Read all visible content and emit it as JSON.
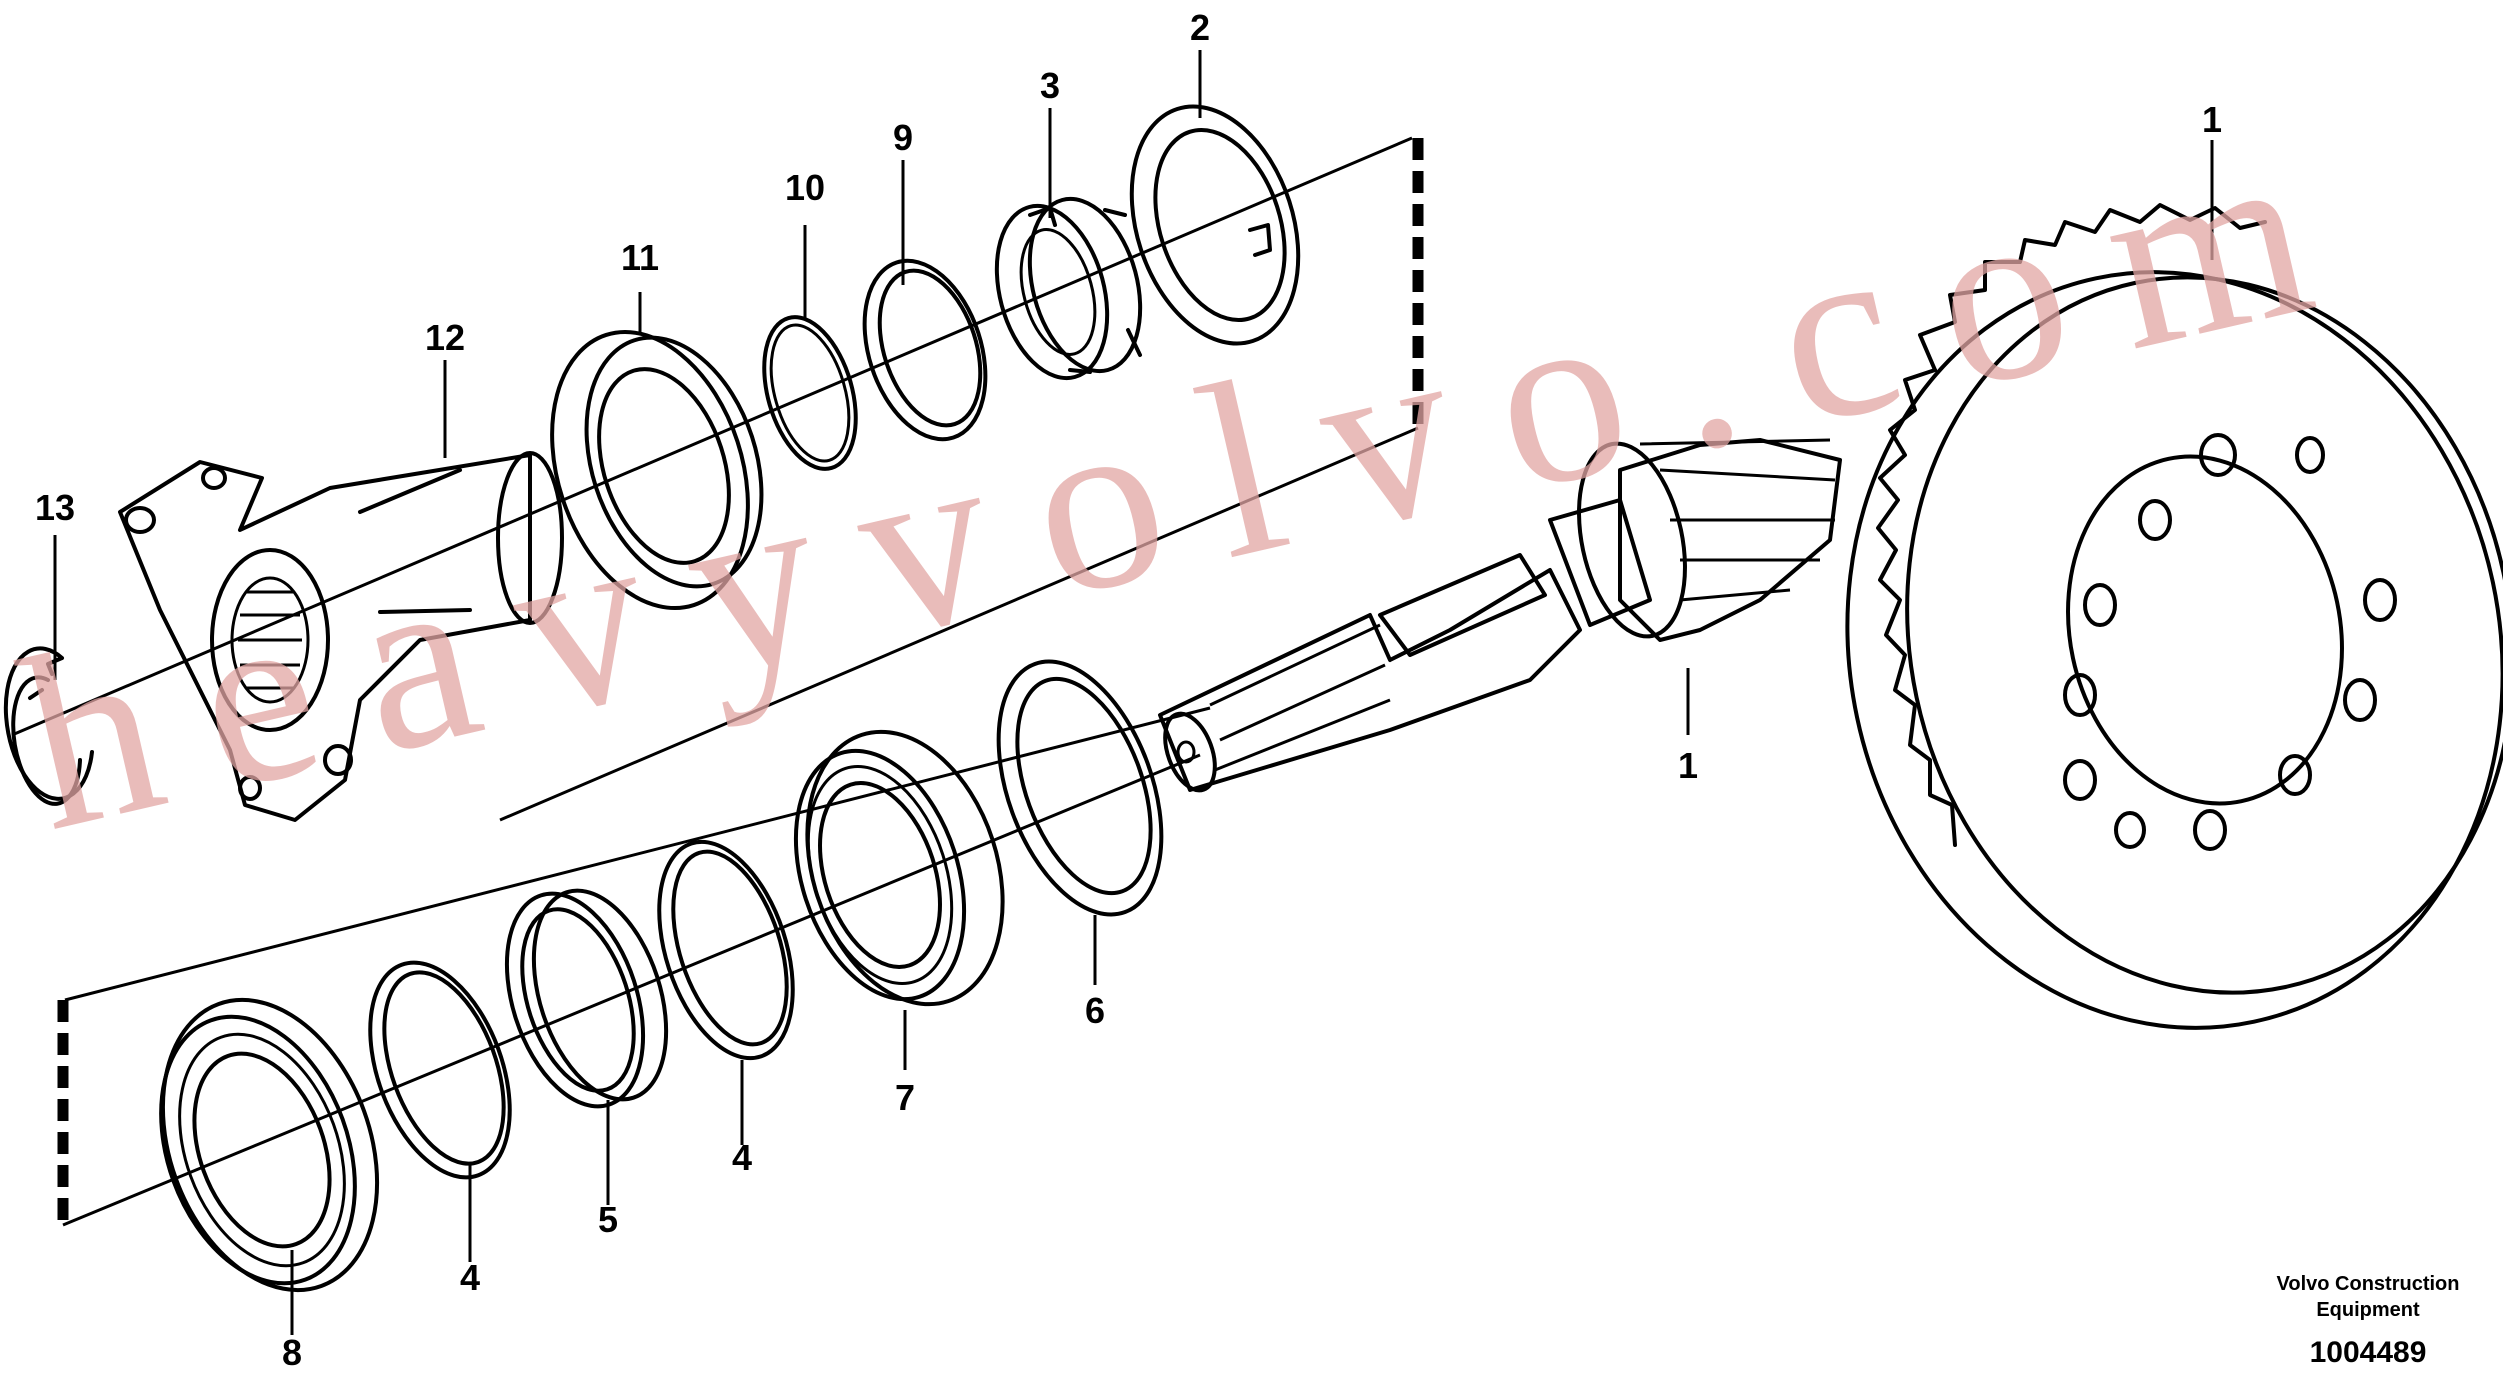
{
  "callouts": {
    "c1_gear": "1",
    "c1_pinion": "1",
    "c2": "2",
    "c3": "3",
    "c4_upper": "4",
    "c4_lower": "4",
    "c5": "5",
    "c6": "6",
    "c7": "7",
    "c8": "8",
    "c9": "9",
    "c10": "10",
    "c11": "11",
    "c12": "12",
    "c13": "13"
  },
  "watermark": "heavyvolvo.com",
  "brand": {
    "line1": "Volvo Construction",
    "line2": "Equipment"
  },
  "drawing_number": "1004489"
}
